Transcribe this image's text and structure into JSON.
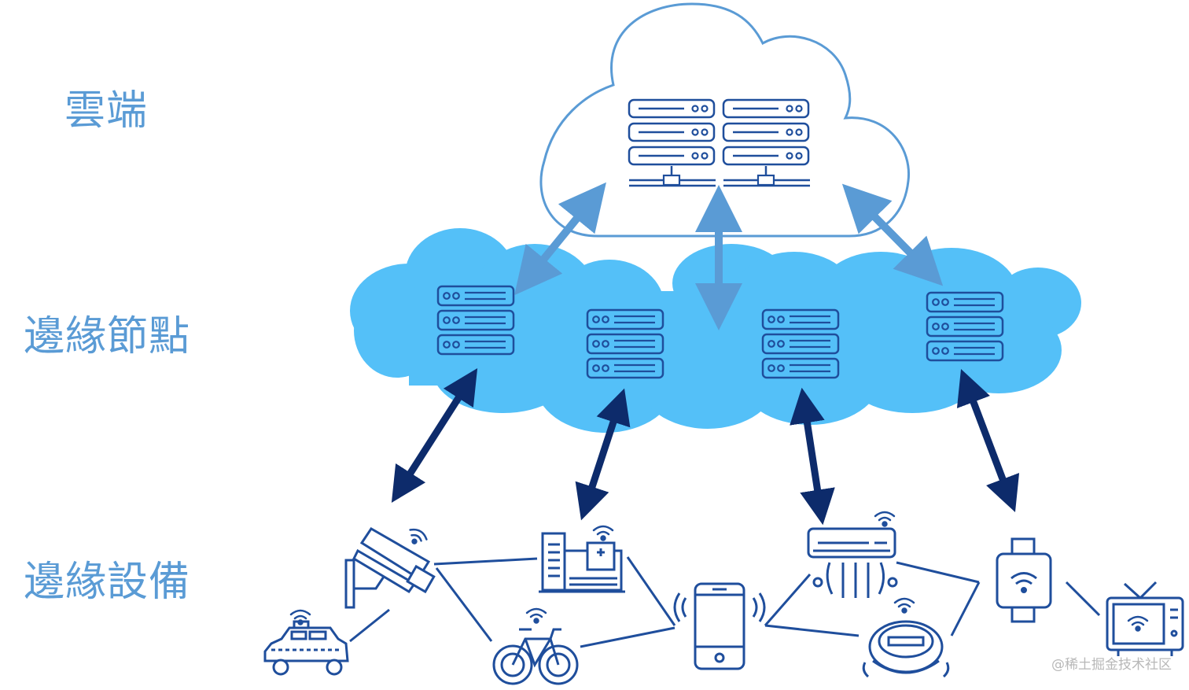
{
  "labels": {
    "cloud": "雲端",
    "edge_node": "邊緣節點",
    "edge_device": "邊緣設備"
  },
  "watermark": "@稀土掘金技术社区",
  "colors": {
    "label_text": "#5a9bd5",
    "cloud_stroke": "#5a9bd5",
    "edge_cloud_fill": "#54c0f8",
    "icon_stroke": "#1f4e9c",
    "light_arrow": "#5a9bd5",
    "dark_arrow": "#0d2b6b",
    "watermark": "#b8b8b8"
  },
  "icons": {
    "cloud_servers": "server-rack-icon",
    "edge_servers": "server-stack-icon",
    "devices": [
      "cctv-camera-icon",
      "taxi-icon",
      "hospital-building-icon",
      "bicycle-icon",
      "smartphone-icon",
      "air-conditioner-icon",
      "robot-vacuum-icon",
      "smartwatch-icon",
      "television-icon"
    ]
  }
}
